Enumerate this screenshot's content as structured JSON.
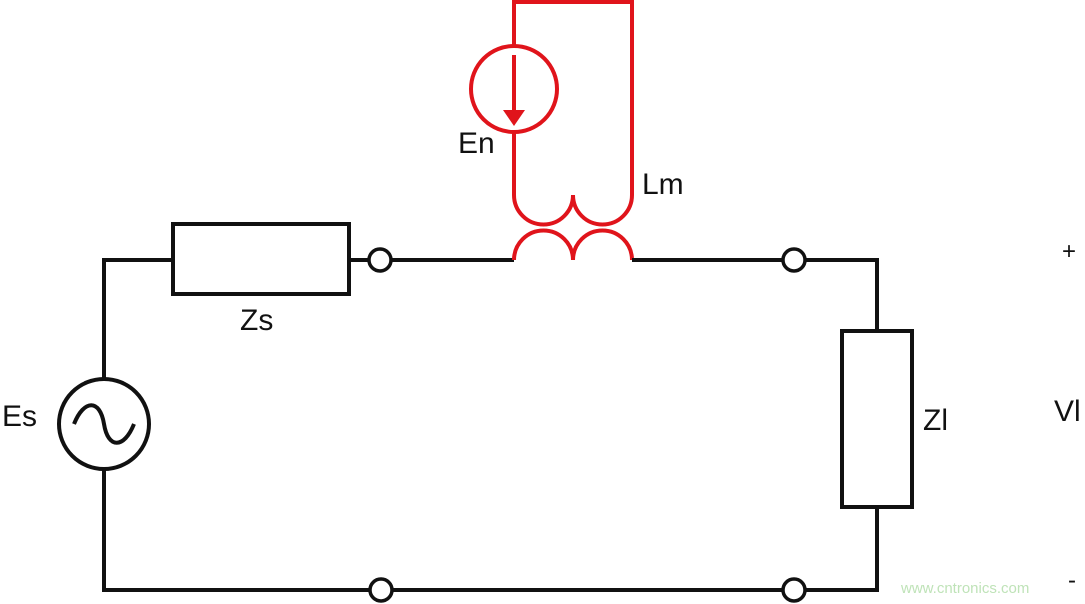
{
  "labels": {
    "source_voltage": "Es",
    "source_impedance": "Zs",
    "noise_source": "En",
    "mutual_inductance": "Lm",
    "load_impedance": "Zl",
    "load_voltage": "Vl",
    "plus_sign": "+",
    "minus_sign": "-"
  },
  "watermark": "www.cntronics.com",
  "colors": {
    "circuit": "#111111",
    "noise_loop": "#e0141b",
    "watermark": "#bfe3b8",
    "background": "#ffffff"
  }
}
